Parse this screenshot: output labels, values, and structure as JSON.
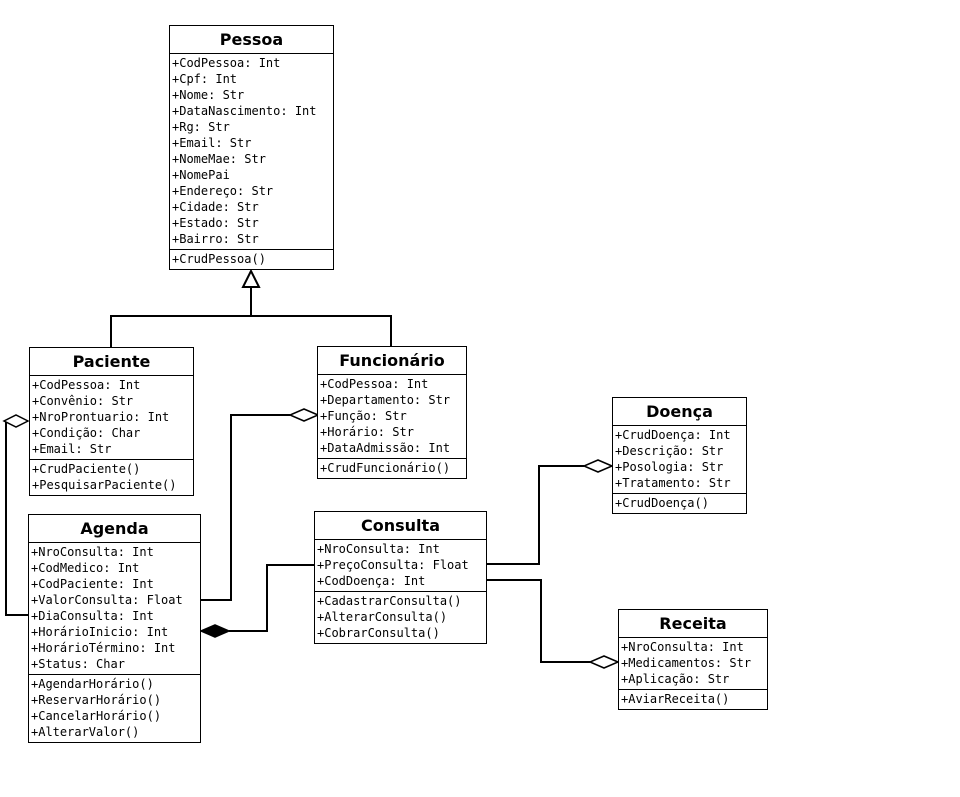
{
  "classes": {
    "pessoa": {
      "name": "Pessoa",
      "attributes": [
        "+CodPessoa: Int",
        "+Cpf: Int",
        "+Nome: Str",
        "+DataNascimento: Int",
        "+Rg: Str",
        "+Email: Str",
        "+NomeMae: Str",
        "+NomePai",
        "+Endereço: Str",
        "+Cidade: Str",
        "+Estado: Str",
        "+Bairro: Str"
      ],
      "methods": [
        "+CrudPessoa()"
      ]
    },
    "paciente": {
      "name": "Paciente",
      "attributes": [
        "+CodPessoa: Int",
        "+Convênio: Str",
        "+NroProntuario: Int",
        "+Condição: Char",
        "+Email: Str"
      ],
      "methods": [
        "+CrudPaciente()",
        "+PesquisarPaciente()"
      ]
    },
    "funcionario": {
      "name": "Funcionário",
      "attributes": [
        "+CodPessoa: Int",
        "+Departamento: Str",
        "+Função: Str",
        "+Horário: Str",
        "+DataAdmissão: Int"
      ],
      "methods": [
        "+CrudFuncionário()"
      ]
    },
    "doenca": {
      "name": "Doença",
      "attributes": [
        "+CrudDoença: Int",
        "+Descrição: Str",
        "+Posologia: Str",
        "+Tratamento: Str"
      ],
      "methods": [
        "+CrudDoença()"
      ]
    },
    "agenda": {
      "name": "Agenda",
      "attributes": [
        "+NroConsulta: Int",
        "+CodMedico: Int",
        "+CodPaciente: Int",
        "+ValorConsulta: Float",
        "+DiaConsulta: Int",
        "+HorárioInicio: Int",
        "+HorárioTérmino: Int",
        "+Status: Char"
      ],
      "methods": [
        "+AgendarHorário()",
        "+ReservarHorário()",
        "+CancelarHorário()",
        "+AlterarValor()"
      ]
    },
    "consulta": {
      "name": "Consulta",
      "attributes": [
        "+NroConsulta: Int",
        "+PreçoConsulta: Float",
        "+CodDoença: Int"
      ],
      "methods": [
        "+CadastrarConsulta()",
        "+AlterarConsulta()",
        "+CobrarConsulta()"
      ]
    },
    "receita": {
      "name": "Receita",
      "attributes": [
        "+NroConsulta: Int",
        "+Medicamentos: Str",
        "+Aplicação: Str"
      ],
      "methods": [
        "+AviarReceita()"
      ]
    }
  }
}
